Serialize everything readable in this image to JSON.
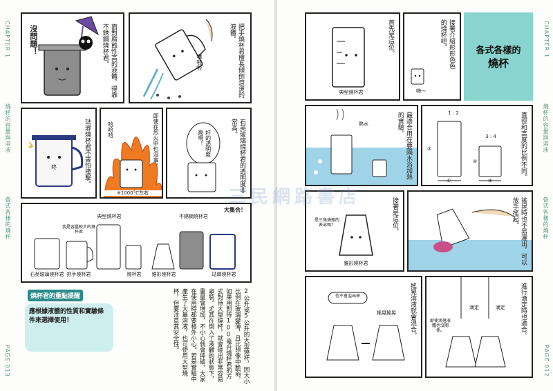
{
  "left_page": {
    "side_label_top": "CHAPTER 1",
    "side_label_mid": "燒杯的容量與溶液",
    "side_label_bottom": "各式各樣的燒杯",
    "page_number": "PAGE 013",
    "panel1": {
      "speech": "沒問題！",
      "caption": "面對腐蝕性高的液體，得靠不銹鋼燒杯君。"
    },
    "panel2": {
      "caption": "把手燒杯君擅長傾倒滾燙的液體。",
      "sfx": "嘩啦啦"
    },
    "panel3": {
      "caption": "琺瑯燒杯君不害怕撞擊。",
      "sfx": "咚"
    },
    "panel4": {
      "caption": "即使在烈火中也沒事。",
      "sfx": "哈哈哈",
      "note": "※1000°C左右"
    },
    "panel5": {
      "caption": "石英玻璃燒杯君的透明度非常高。",
      "speech": "好的透明度高啊！"
    },
    "panel6": {
      "label": "大集合！",
      "beakers": [
        "石英玻璃燒杯君",
        "把手燒杯君",
        "典型燒杯君",
        "燒杯君",
        "錐形燒杯君",
        "不銹鋼燒杯君",
        "琺瑯燒杯君"
      ],
      "speech": "我是容量較大的燒杯君"
    },
    "tip": {
      "title": "燒杯君的重點提醒",
      "body": "應根據液體的性質和實驗條件來選擇使用！"
    },
    "body_text": "2公升或5公升的大型燒杯，因大小比例在玻璃變薄，且比想像中脆弱。如果用對待100毫升燒杯君的方式對待大型燒杯，就會碰出非常容易龜裂。尤其在倒入了液體的狀態下，重量會增加，不小心就會摔破。大家在使用時都要格外小心。若是實驗中產生了大量溶液，也可使用大型燒杯，但要注意其安全性。"
  },
  "right_page": {
    "side_label_top": "CHAPTER 1",
    "side_label_mid": "燒杯的容量與溶液",
    "side_label_bottom": "各式各樣的燒杯",
    "page_number": "PAGE 012",
    "title": {
      "line1": "各式各樣的",
      "line2": "燒杯"
    },
    "panel1": {
      "caption": "接著介紹形形色色的燒杯吧。",
      "speech": "嗨～"
    },
    "panel2": {
      "caption": "首先是這位。",
      "label": "典型燒杯君"
    },
    "panel3": {
      "caption": "直徑和高度的比例不同。",
      "ratio1": "1 : 2",
      "ratio2": "3 : 4",
      "marks": [
        "①",
        "②",
        "③",
        "④"
      ]
    },
    "panel4": {
      "caption": "最適合用在要隔水浴加熱的實驗。",
      "speech": "熱水"
    },
    "panel5": {
      "caption": "接著是這位。",
      "speech": "是三角燒瓶的表弟嗎？",
      "label": "錐形燒杯君"
    },
    "panel6": {
      "caption": "搖晃時也不易灑出，可以放手搖起。"
    },
    "panel7": {
      "caption": "搖晃溶液就會混合。",
      "speech": "也不會溢出來",
      "sfx": "搖晃搖晃"
    },
    "panel8": {
      "caption": "進行滴定時也適合。",
      "speech": "即使滴落液體也沒關係。",
      "labels": [
        "滴定",
        "滴定"
      ]
    }
  },
  "watermark": "三民網路書店",
  "colors": {
    "accent": "#8ad4cf",
    "fire": "#f07a22",
    "water": "#9fd3e8",
    "tip_bg": "#cdeeed"
  }
}
